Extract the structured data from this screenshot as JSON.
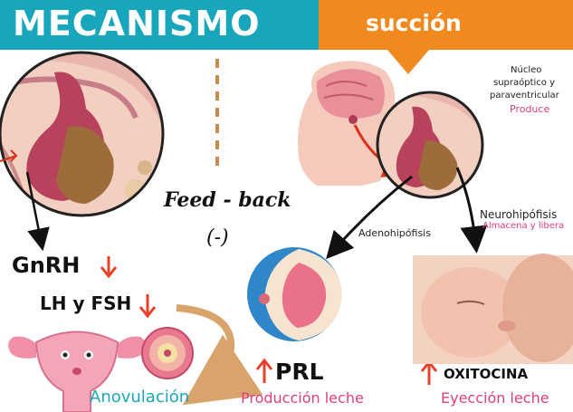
{
  "header": {
    "left_title": "MECANISMO",
    "right_title": "succión"
  },
  "feedback": {
    "label": "Feed - back",
    "sign": "(-)"
  },
  "hypothalamus": {
    "nucleus_line1": "Núcleo",
    "nucleus_line2": "supraóptico y",
    "nucleus_line3": "paraventricular",
    "nucleus_action": "Produce"
  },
  "pituitary": {
    "adeno": "Adenohipófisis",
    "neuro": "Neurohipófisis",
    "neuro_action": "Almacena y libera"
  },
  "hormones": {
    "gnrh": "GnRH",
    "lh_fsh": "LH y FSH",
    "prl": "PRL",
    "oxytocin": "OXITOCINA"
  },
  "effects": {
    "anovulation": "Anovulación",
    "milk_production": "Producción leche",
    "milk_ejection": "Eyección leche"
  },
  "colors": {
    "teal": "#18a6bd",
    "orange": "#f0891f",
    "red_arrow": "#e8402a",
    "pink_text": "#e0407a",
    "teal_text": "#1aa6b8"
  }
}
